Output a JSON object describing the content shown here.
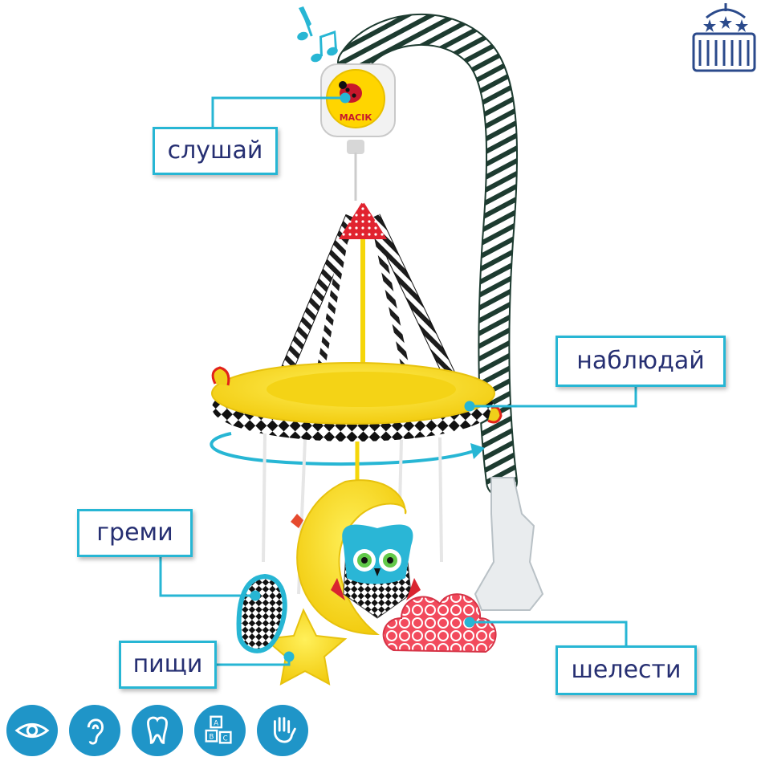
{
  "brand": {
    "logo_text": "МАСІК"
  },
  "labels": {
    "listen": "слушай",
    "watch": "наблюдай",
    "rattle": "греми",
    "squeak": "пищи",
    "rustle": "шелести"
  },
  "colors": {
    "label_border": "#27b6d4",
    "label_text": "#262f72",
    "icon_bg": "#1f95c8",
    "yellow": "#fde12d",
    "stripe_dark": "#1d3b30",
    "red": "#e4263a",
    "owl_blue": "#2ab6d6"
  },
  "icons": {
    "top_right": "crib-mobile-icon",
    "bottom": [
      "eye-icon",
      "ear-icon",
      "tooth-icon",
      "blocks-icon",
      "hand-icon"
    ],
    "blocks_letters": [
      "A",
      "B",
      "C"
    ]
  }
}
